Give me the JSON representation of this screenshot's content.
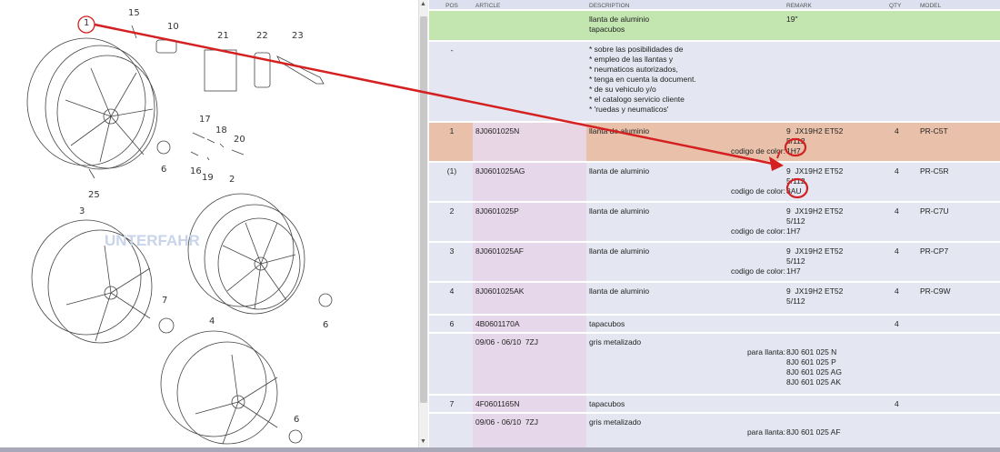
{
  "diagram": {
    "callouts": [
      "1",
      "15",
      "10",
      "21",
      "22",
      "23",
      "17",
      "18",
      "20",
      "6",
      "16",
      "19",
      "25",
      "2",
      "3",
      "7",
      "6",
      "4",
      "6"
    ],
    "watermark": "UNTERFAHR"
  },
  "table": {
    "headers": {
      "pos": "POS",
      "article": "ARTICLE",
      "description": "DESCRIPTION",
      "remark": "REMARK",
      "qty": "QTY",
      "model": "MODEL"
    },
    "group": {
      "description": "llanta de aluminio\ntapacubos",
      "remark": "19\""
    },
    "note": {
      "pos": "-",
      "description": "* sobre las posibilidades de\n* empleo de las llantas y\n* neumaticos autorizados,\n* tenga en cuenta la document.\n* de su vehiculo y/o\n* el catalogo servicio cliente\n* 'ruedas y neumaticos'"
    },
    "color_label": "codigo de color:",
    "rim_label": "para llanta:",
    "rows": [
      {
        "pos": "1",
        "article": "8J0601025N",
        "description": "llanta de aluminio",
        "remark": "9  JX19H2 ET52\n5/112",
        "color": "1H7",
        "qty": "4",
        "model": "PR-C5T"
      },
      {
        "pos": "(1)",
        "article": "8J0601025AG",
        "description": "llanta de aluminio",
        "remark": "9  JX19H2 ET52\n5/112",
        "color": "8AU",
        "qty": "4",
        "model": "PR-C5R"
      },
      {
        "pos": "2",
        "article": "8J0601025P",
        "description": "llanta de aluminio",
        "remark": "9  JX19H2 ET52\n5/112",
        "color": "1H7",
        "qty": "4",
        "model": "PR-C7U"
      },
      {
        "pos": "3",
        "article": "8J0601025AF",
        "description": "llanta de aluminio",
        "remark": "9  JX19H2 ET52\n5/112",
        "color": "1H7",
        "qty": "4",
        "model": "PR-CP7"
      },
      {
        "pos": "4",
        "article": "8J0601025AK",
        "description": "llanta de aluminio",
        "remark": "9  JX19H2 ET52\n5/112",
        "qty": "4",
        "model": "PR-C9W"
      },
      {
        "pos": "6",
        "article": "4B0601170A",
        "description": "tapacubos",
        "qty": "4"
      },
      {
        "article": "09/06 - 06/10  7ZJ",
        "description": "gris metalizado",
        "rims": "8J0 601 025 N\n8J0 601 025 P\n8J0 601 025 AG\n8J0 601 025 AK"
      },
      {
        "pos": "7",
        "article": "4F0601165N",
        "description": "tapacubos",
        "qty": "4"
      },
      {
        "article": "09/06 - 06/10  7ZJ",
        "description": "gris metalizado",
        "rims": "8J0 601 025 AF"
      }
    ]
  },
  "colors": {
    "annotation": "#d42020",
    "green": "#c3e6b0",
    "orange": "#e9c1aa"
  }
}
